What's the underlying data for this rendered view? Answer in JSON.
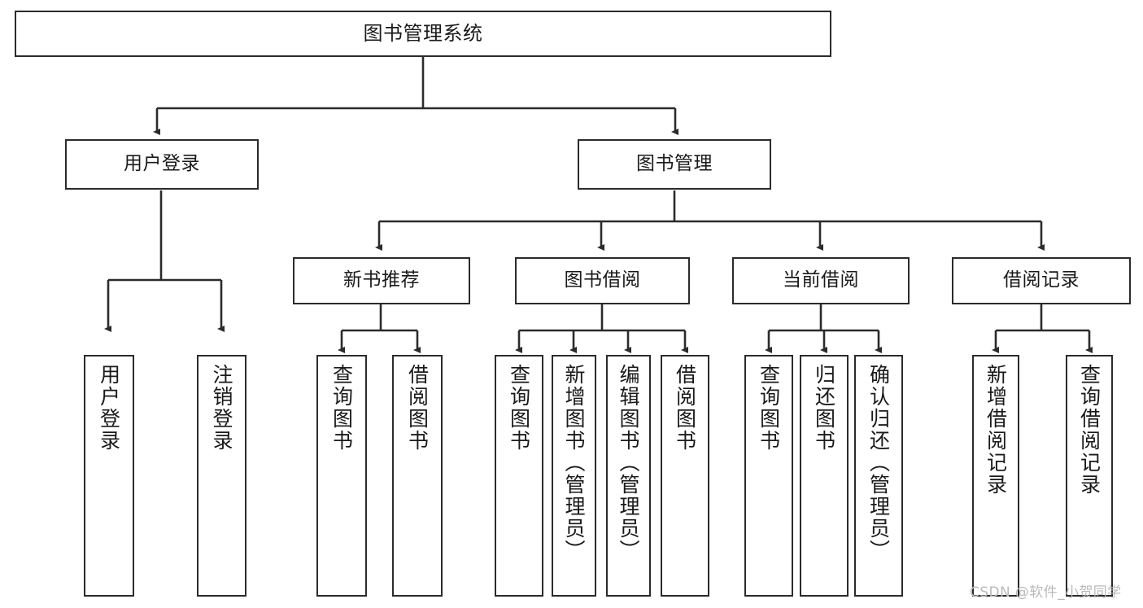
{
  "diagram": {
    "title": "图书管理系统",
    "type": "tree-hierarchy-chart",
    "watermark": "CSDN @软件_小贺同学",
    "colors": {
      "box_border": "#2b2b2b",
      "box_fill": "#ffffff",
      "edge": "#2b2b2b",
      "text": "#1a1a1a",
      "watermark": "#b9b9b9",
      "background": "#ffffff"
    },
    "nodes": {
      "root": {
        "label": "图书管理系统"
      },
      "level2": [
        {
          "label": "用户登录"
        },
        {
          "label": "图书管理"
        }
      ],
      "level3": [
        {
          "label": "新书推荐"
        },
        {
          "label": "图书借阅"
        },
        {
          "label": "当前借阅"
        },
        {
          "label": "借阅记录"
        }
      ],
      "leaves_user_login": [
        {
          "label": "用户登录"
        },
        {
          "label": "注销登录"
        }
      ],
      "leaves_new_book": [
        {
          "label": "查询图书"
        },
        {
          "label": "借阅图书"
        }
      ],
      "leaves_borrow": [
        {
          "label": "查询图书"
        },
        {
          "label": "新增图书（管理员）"
        },
        {
          "label": "编辑图书（管理员）"
        },
        {
          "label": "借阅图书"
        }
      ],
      "leaves_current": [
        {
          "label": "查询图书"
        },
        {
          "label": "归还图书"
        },
        {
          "label": "确认归还（管理员）"
        }
      ],
      "leaves_records": [
        {
          "label": "新增借阅记录"
        },
        {
          "label": "查询借阅记录"
        }
      ]
    }
  }
}
